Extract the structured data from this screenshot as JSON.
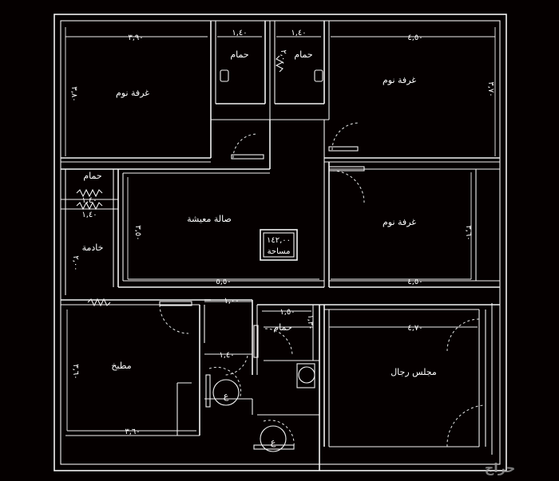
{
  "plan": {
    "rooms": {
      "bedroom_tl": "غرفة نوم",
      "bathroom_1": "حمام",
      "bathroom_2": "حمام",
      "bedroom_tr": "غرفة نوم",
      "bathroom_left": "حمام",
      "maid_room": "خادمة",
      "living_room": "صالة معيشة",
      "bedroom_mr": "غرفة نوم",
      "bathroom_center": "حمام",
      "kitchen": "مطبخ",
      "majlis": "مجلس رجال"
    },
    "area_box": {
      "value": "١٤٢,٠٠",
      "label": "مساحة"
    },
    "dimensions": {
      "bedroom_tl_width": "٣,٩٠",
      "bedroom_tl_height": "٣,٨٠",
      "bath1_width": "١,٤٠",
      "bath2_width": "١,٤٠",
      "bath2_height": "٢,٠٠",
      "bedroom_tr_width": "٤,٥٠",
      "bedroom_tr_height": "٣,٧٠",
      "bath_left_width": "١,٤٠",
      "maid_width": "١,٤٠",
      "maid_height": "٢,٠٠",
      "living_height": "٣,٥٠",
      "living_width": "٥,٥٠",
      "bedroom_mr_height": "٣,٦٠",
      "bedroom_mr_width": "٤,٥٠",
      "corridor_width": "١,٠٠",
      "bath_center_width": "١,٥٠",
      "bath_center_height": "١,٣٠",
      "stair_width": "١,٤٠",
      "majlis_width": "٤,٧٠",
      "kitchen_height": "٣,٦٠",
      "kitchen_width": "٣,٦٠"
    },
    "stairs_mark_1": "ع",
    "stairs_mark_2": "ع",
    "watermark": "حراج"
  }
}
